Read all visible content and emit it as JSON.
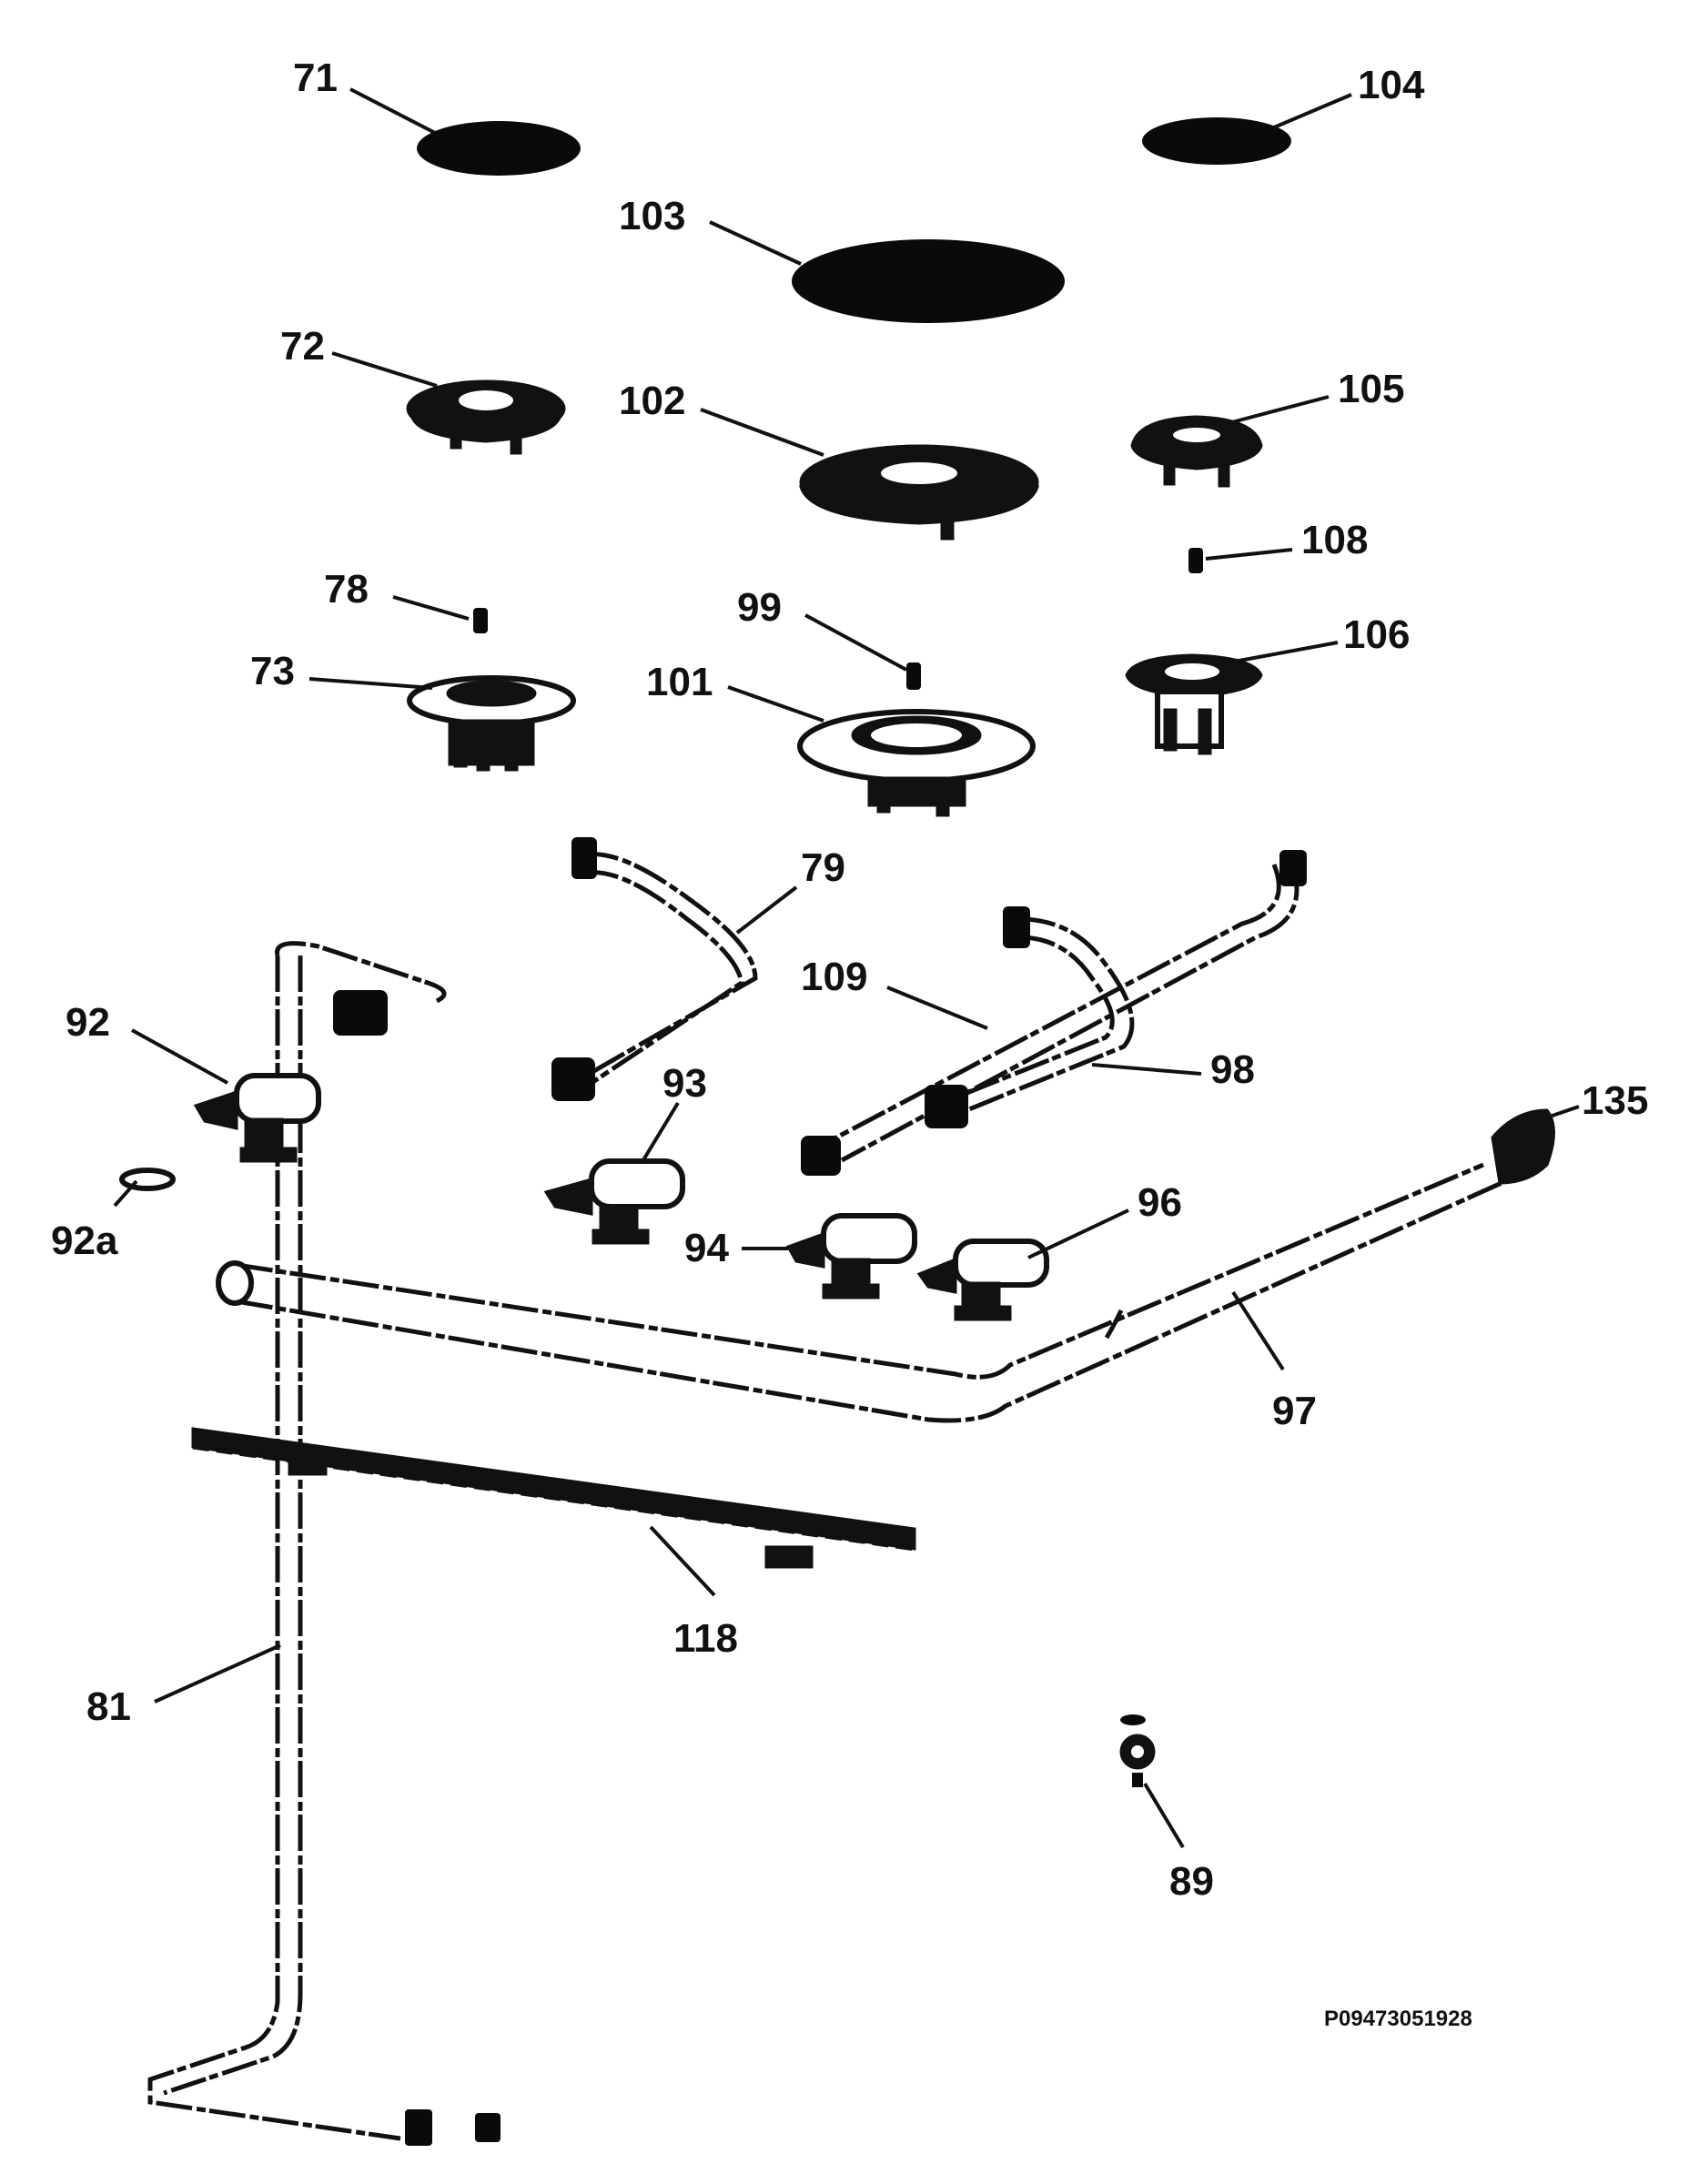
{
  "diagram": {
    "callouts": {
      "c71": "71",
      "c104": "104",
      "c103": "103",
      "c72": "72",
      "c102": "102",
      "c105": "105",
      "c108": "108",
      "c78": "78",
      "c99": "99",
      "c73": "73",
      "c101": "101",
      "c106": "106",
      "c79": "79",
      "c109": "109",
      "c92": "92",
      "c98": "98",
      "c93": "93",
      "c135": "135",
      "c92a": "92a",
      "c96": "96",
      "c94": "94",
      "c97": "97",
      "c118": "118",
      "c81": "81",
      "c89": "89"
    },
    "reference_code": "P09473051928"
  }
}
